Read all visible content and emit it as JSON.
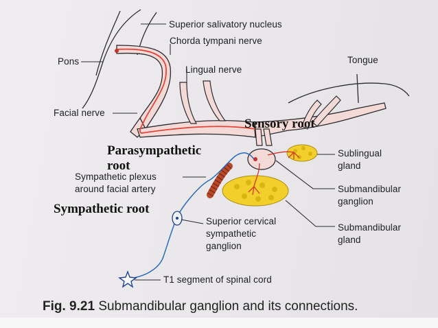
{
  "labels": {
    "superior_salivatory_nucleus": "Superior salivatory nucleus",
    "chorda_tympani_nerve": "Chorda tympani nerve",
    "pons": "Pons",
    "lingual_nerve": "Lingual nerve",
    "tongue": "Tongue",
    "facial_nerve": "Facial nerve",
    "sublingual_gland_1": "Sublingual",
    "sublingual_gland_2": "gland",
    "sympathetic_plexus_1": "Sympathetic plexus",
    "sympathetic_plexus_2": "around facial artery",
    "submandibular_ganglion_1": "Submandibular",
    "submandibular_ganglion_2": "ganglion",
    "superior_cervical_1": "Superior cervical",
    "superior_cervical_2": "sympathetic",
    "superior_cervical_3": "ganglion",
    "submandibular_gland_1": "Submandibular",
    "submandibular_gland_2": "gland",
    "t1_segment": "T1 segment of spinal cord"
  },
  "overlays": {
    "sensory_root": "Sensory root",
    "parasympathetic_root_1": "Parasympathetic",
    "parasympathetic_root_2": "root",
    "sympathetic_root": "Sympathetic root"
  },
  "caption": {
    "number": "Fig. 9.21",
    "text": "Submandibular ganglion and its connections."
  },
  "colors": {
    "nerve_fill": "#f3dad6",
    "nerve_outline": "#2a2a30",
    "parasympathetic_fiber": "#e0453a",
    "sympathetic_fiber": "#2a68b8",
    "gland": "#f2cf2a",
    "artery": "#b84a2a"
  }
}
